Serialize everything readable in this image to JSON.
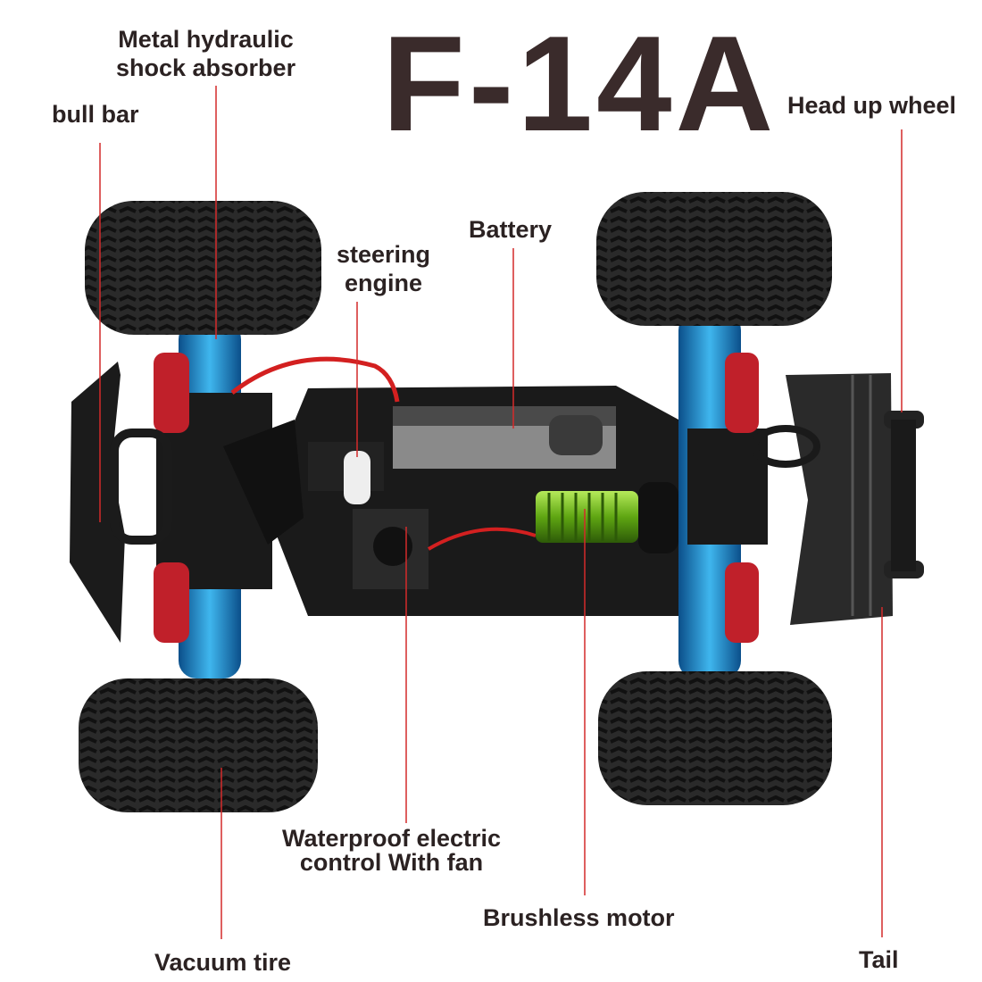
{
  "title": "F-14A",
  "labels": {
    "shock_absorber": [
      "Metal hydraulic",
      "shock absorber"
    ],
    "bull_bar": "bull bar",
    "head_up_wheel": "Head up wheel",
    "battery": "Battery",
    "steering_engine": [
      "steering",
      "engine"
    ],
    "electric_control": [
      "Waterproof electric",
      "control With fan"
    ],
    "brushless_motor": "Brushless motor",
    "vacuum_tire": "Vacuum tire",
    "tail": "Tail"
  },
  "colors": {
    "leader_line": "#d42a2a",
    "text": "#2b2222",
    "tire": "#2a2a2a",
    "chassis": "#1a1a1a",
    "suspension_arm": "#1e8fd0",
    "shock_spring": "#c0202a",
    "motor": "#7cc12a"
  }
}
